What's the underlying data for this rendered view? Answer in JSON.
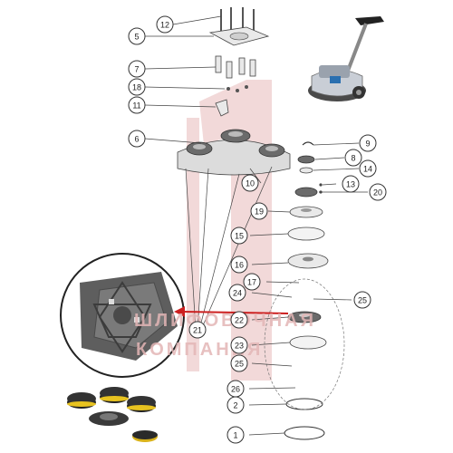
{
  "callouts": [
    {
      "id": "12",
      "label": "12"
    },
    {
      "id": "5",
      "label": "5"
    },
    {
      "id": "7",
      "label": "7"
    },
    {
      "id": "18",
      "label": "18"
    },
    {
      "id": "11",
      "label": "11"
    },
    {
      "id": "6",
      "label": "6"
    },
    {
      "id": "9",
      "label": "9"
    },
    {
      "id": "8",
      "label": "8"
    },
    {
      "id": "14",
      "label": "14"
    },
    {
      "id": "10",
      "label": "10"
    },
    {
      "id": "13",
      "label": "13"
    },
    {
      "id": "20",
      "label": "20"
    },
    {
      "id": "19",
      "label": "19"
    },
    {
      "id": "15",
      "label": "15"
    },
    {
      "id": "16",
      "label": "16"
    },
    {
      "id": "17",
      "label": "17"
    },
    {
      "id": "24",
      "label": "24"
    },
    {
      "id": "25a",
      "label": "25"
    },
    {
      "id": "21",
      "label": "21"
    },
    {
      "id": "22",
      "label": "22"
    },
    {
      "id": "23",
      "label": "23"
    },
    {
      "id": "25b",
      "label": "25"
    },
    {
      "id": "26",
      "label": "26"
    },
    {
      "id": "2",
      "label": "2"
    },
    {
      "id": "1",
      "label": "1"
    }
  ],
  "watermark": {
    "numeral": "1",
    "line1": "ШЛИФОВОЧНАЯ",
    "line2": "КОМПАНИЯ",
    "color": "#d98c8c"
  },
  "highlight_color": "#cc1f1f",
  "icons": {
    "machine": "floor-grinder-image",
    "pads": "grinding-pads-image",
    "plate": "drive-plate-detail-image"
  }
}
